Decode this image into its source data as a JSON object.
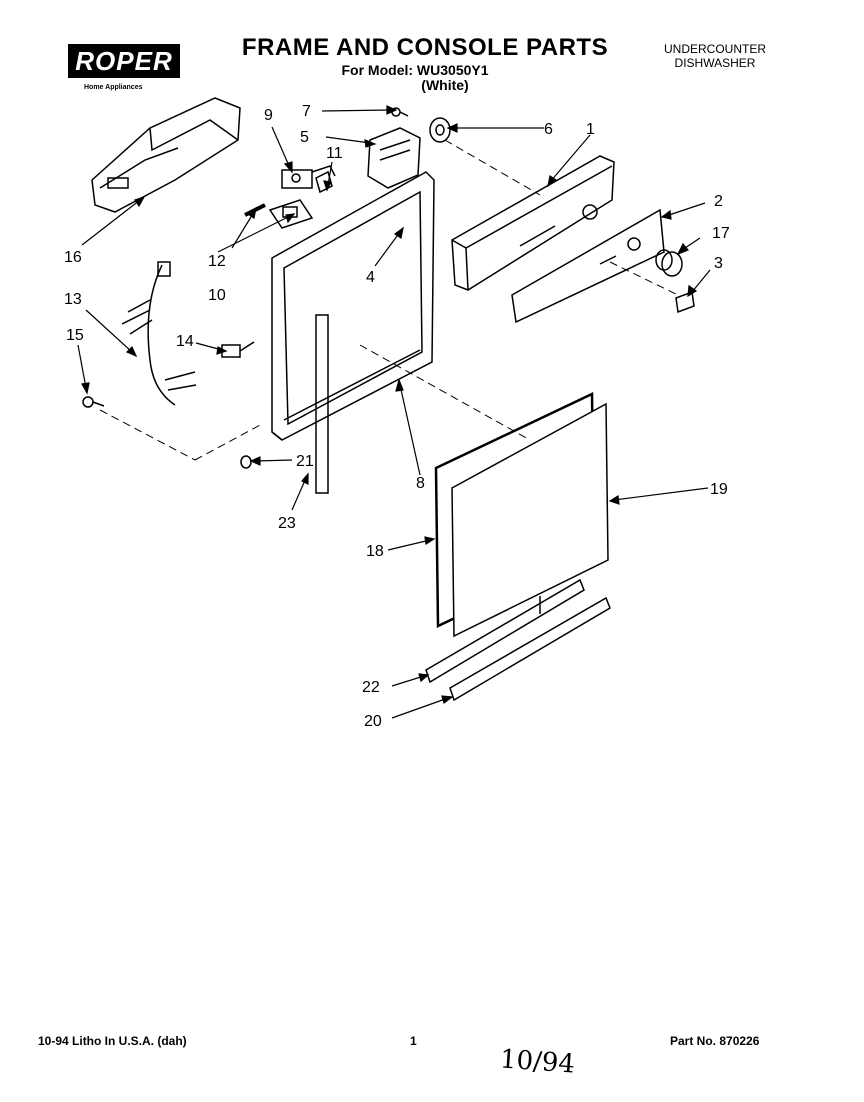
{
  "header": {
    "title": "FRAME AND CONSOLE PARTS",
    "model_line": "For Model: WU3050Y1",
    "color_line": "(White)",
    "product_type_1": "UNDERCOUNTER",
    "product_type_2": "DISHWASHER"
  },
  "logo": {
    "brand": "ROPER",
    "tagline": "Home Appliances"
  },
  "callouts": [
    "1",
    "2",
    "3",
    "4",
    "5",
    "6",
    "7",
    "8",
    "9",
    "10",
    "11",
    "12",
    "13",
    "14",
    "15",
    "16",
    "17",
    "18",
    "19",
    "20",
    "21",
    "22",
    "23"
  ],
  "footer": {
    "print_info": "10-94 Litho In U.S.A. (dah)",
    "page_number": "1",
    "part_number": "Part No. 870226"
  },
  "handwritten_note": "10/94"
}
